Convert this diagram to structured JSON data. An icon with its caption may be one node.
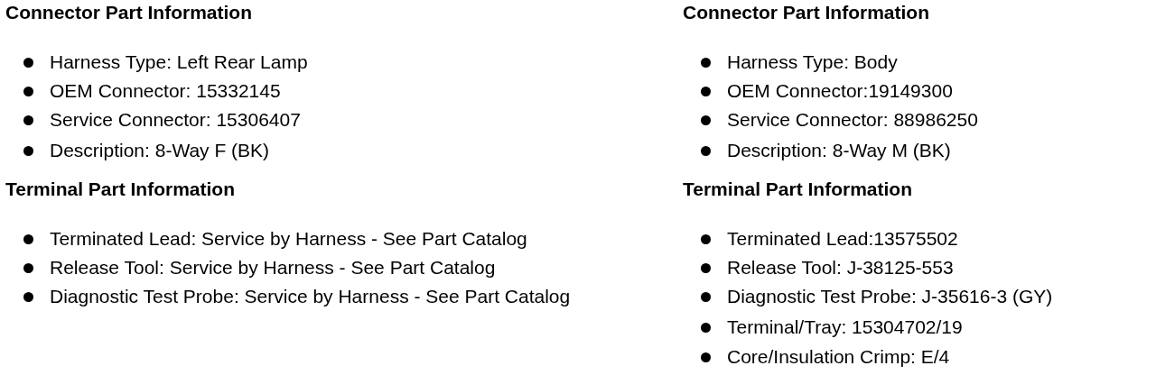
{
  "diagram": {
    "labels": [
      "Connector Part Information",
      "Harness Type: Left Rear Lamp",
      "OEM Connector: 15332145",
      "Service Connector: 15306407",
      "Description: 8-Way F (BK)",
      "Terminal Part Information",
      "Terminated Lead: Service by Harness - See Part Catalog",
      "Release Tool: Service by Harness - See Part Catalog",
      "Diagnostic Test Probe: Service by Harness - See Part Catalog",
      "Connector Part Information",
      "Harness Type: Body",
      "OEM Connector:19149300",
      "Service Connector: 88986250",
      "Description: 8-Way M (BK)",
      "Terminal Part Information",
      "Terminated Lead:13575502",
      "Release Tool: J-38125-553",
      "Diagnostic Test Probe: J-35616-3 (GY)",
      "Terminal/Tray: 15304702/19",
      "Core/Insulation Crimp: E/4"
    ]
  }
}
